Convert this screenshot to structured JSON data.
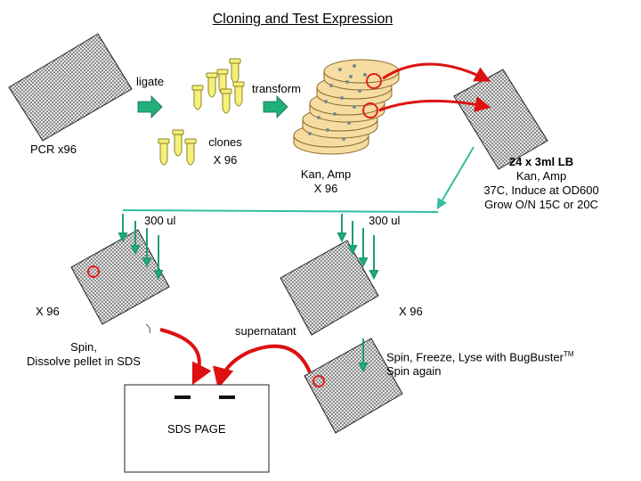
{
  "title": "Cloning and Test Expression",
  "labels": {
    "ligate": "ligate",
    "transform": "transform",
    "pcr": "PCR x96",
    "clones_1": "clones",
    "clones_2": "X 96",
    "kan_amp_1": "Kan, Amp",
    "kan_amp_2": "X 96",
    "lb_1": "24 x 3ml LB",
    "lb_2": "Kan, Amp",
    "lb_3": "37C, Induce at OD600",
    "lb_4": "Grow O/N 15C or 20C",
    "vol_left": "300 ul",
    "vol_right": "300 ul",
    "x96_left": "X 96",
    "x96_right": "X 96",
    "supernatant": "supernatant",
    "spin_1": "Spin,",
    "spin_2": "Dissolve pellet in SDS",
    "lyse_1": "Spin, Freeze, Lyse with BugBuster",
    "lyse_tm": "TM",
    "lyse_2": "Spin again",
    "sds_page": "SDS PAGE"
  },
  "colors": {
    "plate_fill": "#c8c8c8",
    "plate_stroke": "#222222",
    "arrow_green": "#21b07a",
    "arrow_red": "#dd1111",
    "tube_yellow": "#f5f07a",
    "dish_orange": "#f6dca0",
    "circle_red": "#e02020",
    "line_teal": "#2fbfa0"
  }
}
